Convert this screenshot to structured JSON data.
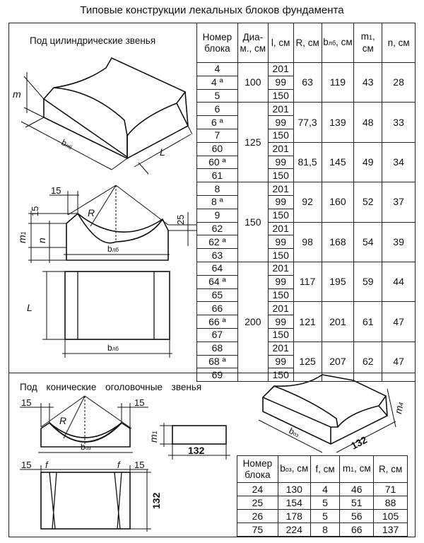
{
  "title": "Типовые конструкции лекальных блоков фундамента",
  "section1_title": "Под цилиндрические звенья",
  "section2_title": "Под конические оголовочные звенья",
  "drawing1_labels": {
    "m": "m",
    "bl": "b",
    "bl_sub": "лб",
    "L": "L",
    "d15a": "15",
    "d15b": "15",
    "R": "R",
    "m1": "m",
    "m1_sub": "1",
    "n": "n",
    "d25": "25",
    "bl2": "b",
    "bl2_sub": "лб",
    "L2": "L",
    "bl3": "b",
    "bl3_sub": "лб"
  },
  "drawing2_labels": {
    "d15a": "15",
    "d15b": "15",
    "R": "R",
    "bo": "b",
    "bo_sub": "оз",
    "m1": "m",
    "m1_sub": "1",
    "d132a": "132",
    "d15c": "15",
    "d15d": "15",
    "f1": "f",
    "f2": "f",
    "d132b": "132",
    "m4": "m",
    "m4_sub": "4",
    "bo2": "b",
    "bo2_sub": "оз",
    "d132c": "132"
  },
  "table1": {
    "headers": {
      "num": "Номер блока",
      "diam": "Диа-м., см",
      "l": "l, см",
      "R": "R, см",
      "b": "b",
      "b_sub": "лб",
      "b_unit": ", см",
      "m1": "m",
      "m1_sub": "1",
      "m1_unit": ", см",
      "n": "n, см"
    },
    "groups": [
      {
        "diam": "100",
        "subs": [
          {
            "nums": [
              "4",
              "4 ª",
              "5"
            ],
            "l": [
              "201",
              "99",
              "150"
            ],
            "R": "63",
            "b": "119",
            "m1": "43",
            "n": "28"
          }
        ]
      },
      {
        "diam": "125",
        "subs": [
          {
            "nums": [
              "6",
              "6 ª",
              "7"
            ],
            "l": [
              "201",
              "99",
              "150"
            ],
            "R": "77,3",
            "b": "139",
            "m1": "48",
            "n": "33"
          },
          {
            "nums": [
              "60",
              "60 ª",
              "61"
            ],
            "l": [
              "201",
              "99",
              "150"
            ],
            "R": "81,5",
            "b": "145",
            "m1": "49",
            "n": "34"
          }
        ]
      },
      {
        "diam": "150",
        "subs": [
          {
            "nums": [
              "8",
              "8 ª",
              "9"
            ],
            "l": [
              "201",
              "99",
              "150"
            ],
            "R": "92",
            "b": "160",
            "m1": "52",
            "n": "37"
          },
          {
            "nums": [
              "62",
              "62 ª",
              "63"
            ],
            "l": [
              "201",
              "99",
              "150"
            ],
            "R": "98",
            "b": "168",
            "m1": "54",
            "n": "39"
          }
        ]
      },
      {
        "diam": "200",
        "subs": [
          {
            "nums": [
              "64",
              "64 ª",
              "65"
            ],
            "l": [
              "201",
              "99",
              "150"
            ],
            "R": "117",
            "b": "195",
            "m1": "59",
            "n": "44"
          },
          {
            "nums": [
              "66",
              "66 ª",
              "67"
            ],
            "l": [
              "201",
              "99",
              "150"
            ],
            "R": "121",
            "b": "201",
            "m1": "61",
            "n": "47"
          },
          {
            "nums": [
              "68",
              "68 ª",
              "69"
            ],
            "l": [
              "201",
              "99",
              "150"
            ],
            "R": "125",
            "b": "207",
            "m1": "62",
            "n": "47"
          }
        ]
      }
    ]
  },
  "table2": {
    "headers": {
      "num": "Номер блока",
      "b": "b",
      "b_sub": "оз",
      "b_unit": ", см",
      "f": "f, см",
      "m1": "m",
      "m1_sub": "1",
      "m1_unit": ", см",
      "R": "R, см"
    },
    "rows": [
      [
        "24",
        "130",
        "4",
        "46",
        "71"
      ],
      [
        "25",
        "154",
        "5",
        "51",
        "88"
      ],
      [
        "26",
        "178",
        "5",
        "56",
        "105"
      ],
      [
        "75",
        "224",
        "8",
        "66",
        "137"
      ]
    ]
  }
}
